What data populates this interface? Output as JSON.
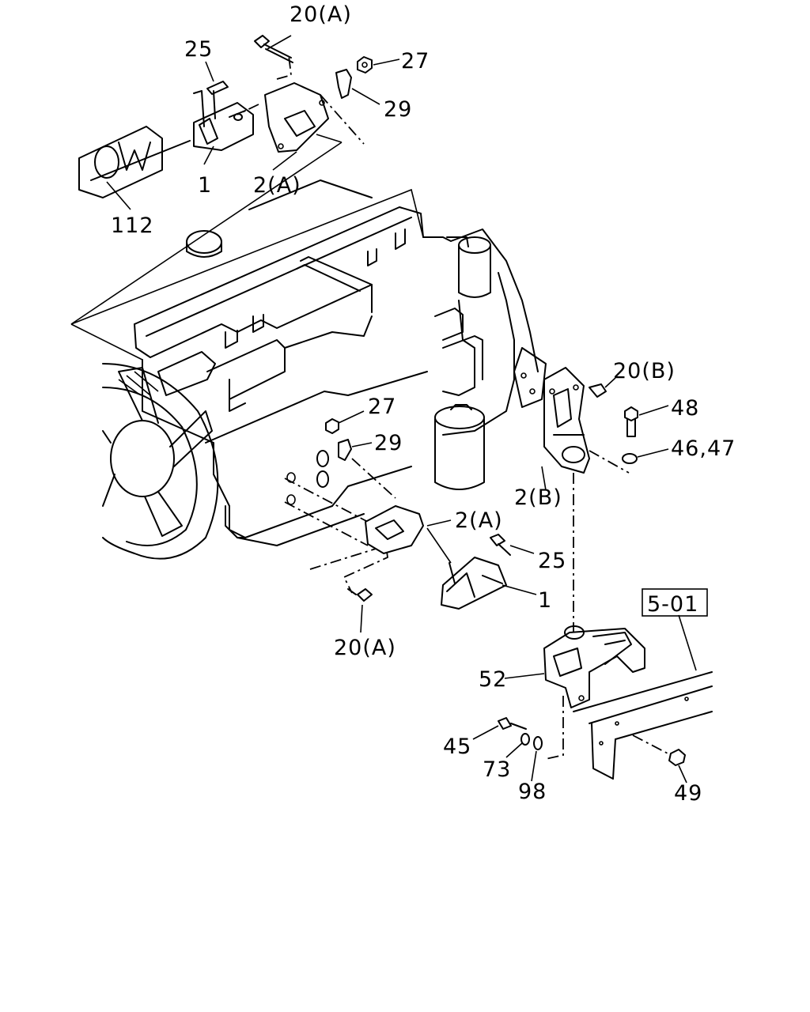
{
  "callouts": {
    "c20a_top": "20(A)",
    "c25_top": "25",
    "c27_top": "27",
    "c29_top": "29",
    "c1_top": "1",
    "c2a_top": "2(A)",
    "c112": "112",
    "c20b": "20(B)",
    "c48": "48",
    "c4647": "46,47",
    "c2b": "2(B)",
    "c27_mid": "27",
    "c29_mid": "29",
    "c2a_mid": "2(A)",
    "c25_mid": "25",
    "c1_mid": "1",
    "c20a_bottom": "20(A)",
    "c52": "52",
    "c45": "45",
    "c73": "73",
    "c98": "98",
    "c49": "49"
  },
  "reference_box": {
    "label": "5-01"
  }
}
